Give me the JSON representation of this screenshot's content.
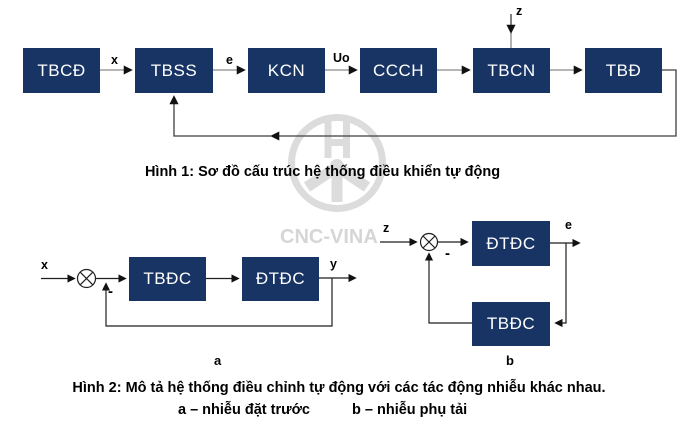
{
  "watermark": {
    "text": "CNC-VINA",
    "logo": "three-spoke-wheel-with-H"
  },
  "colors": {
    "block_fill": "#183464",
    "block_text": "#ffffff",
    "connector_gray": "#8a8a8a",
    "connector_dark": "#3f3f3f",
    "diagram_line": "#1f1f1f",
    "watermark_gray": "#dcdcdc"
  },
  "figure1": {
    "caption": "Hình 1: Sơ đồ cấu trúc hệ thống điều khiển tự động",
    "blocks": [
      {
        "id": "tbcd",
        "label": "TBCĐ"
      },
      {
        "id": "tbss",
        "label": "TBSS"
      },
      {
        "id": "kcn",
        "label": "KCN"
      },
      {
        "id": "ccch",
        "label": "CCCH"
      },
      {
        "id": "tbcn",
        "label": "TBCN"
      },
      {
        "id": "tbd",
        "label": "TBĐ"
      }
    ],
    "signals": {
      "x": "x",
      "e": "e",
      "uo": "Uo",
      "z": "z"
    }
  },
  "figure2": {
    "caption_line1": "Hình 2: Mô tả hệ thống điều chỉnh tự động với các tác động nhiễu khác nhau.",
    "legend_a": "a – nhiễu đặt trước",
    "legend_b": "b – nhiễu phụ tải",
    "diagram_a": {
      "label": "a",
      "input": "x",
      "output": "y",
      "minus": "-",
      "blocks": [
        {
          "id": "tbdc",
          "label": "TBĐC"
        },
        {
          "id": "dtdc",
          "label": "ĐTĐC"
        }
      ]
    },
    "diagram_b": {
      "label": "b",
      "input": "z",
      "output": "e",
      "minus": "-",
      "blocks": [
        {
          "id": "dtdc",
          "label": "ĐTĐC"
        },
        {
          "id": "tbdc",
          "label": "TBĐC"
        }
      ]
    }
  }
}
